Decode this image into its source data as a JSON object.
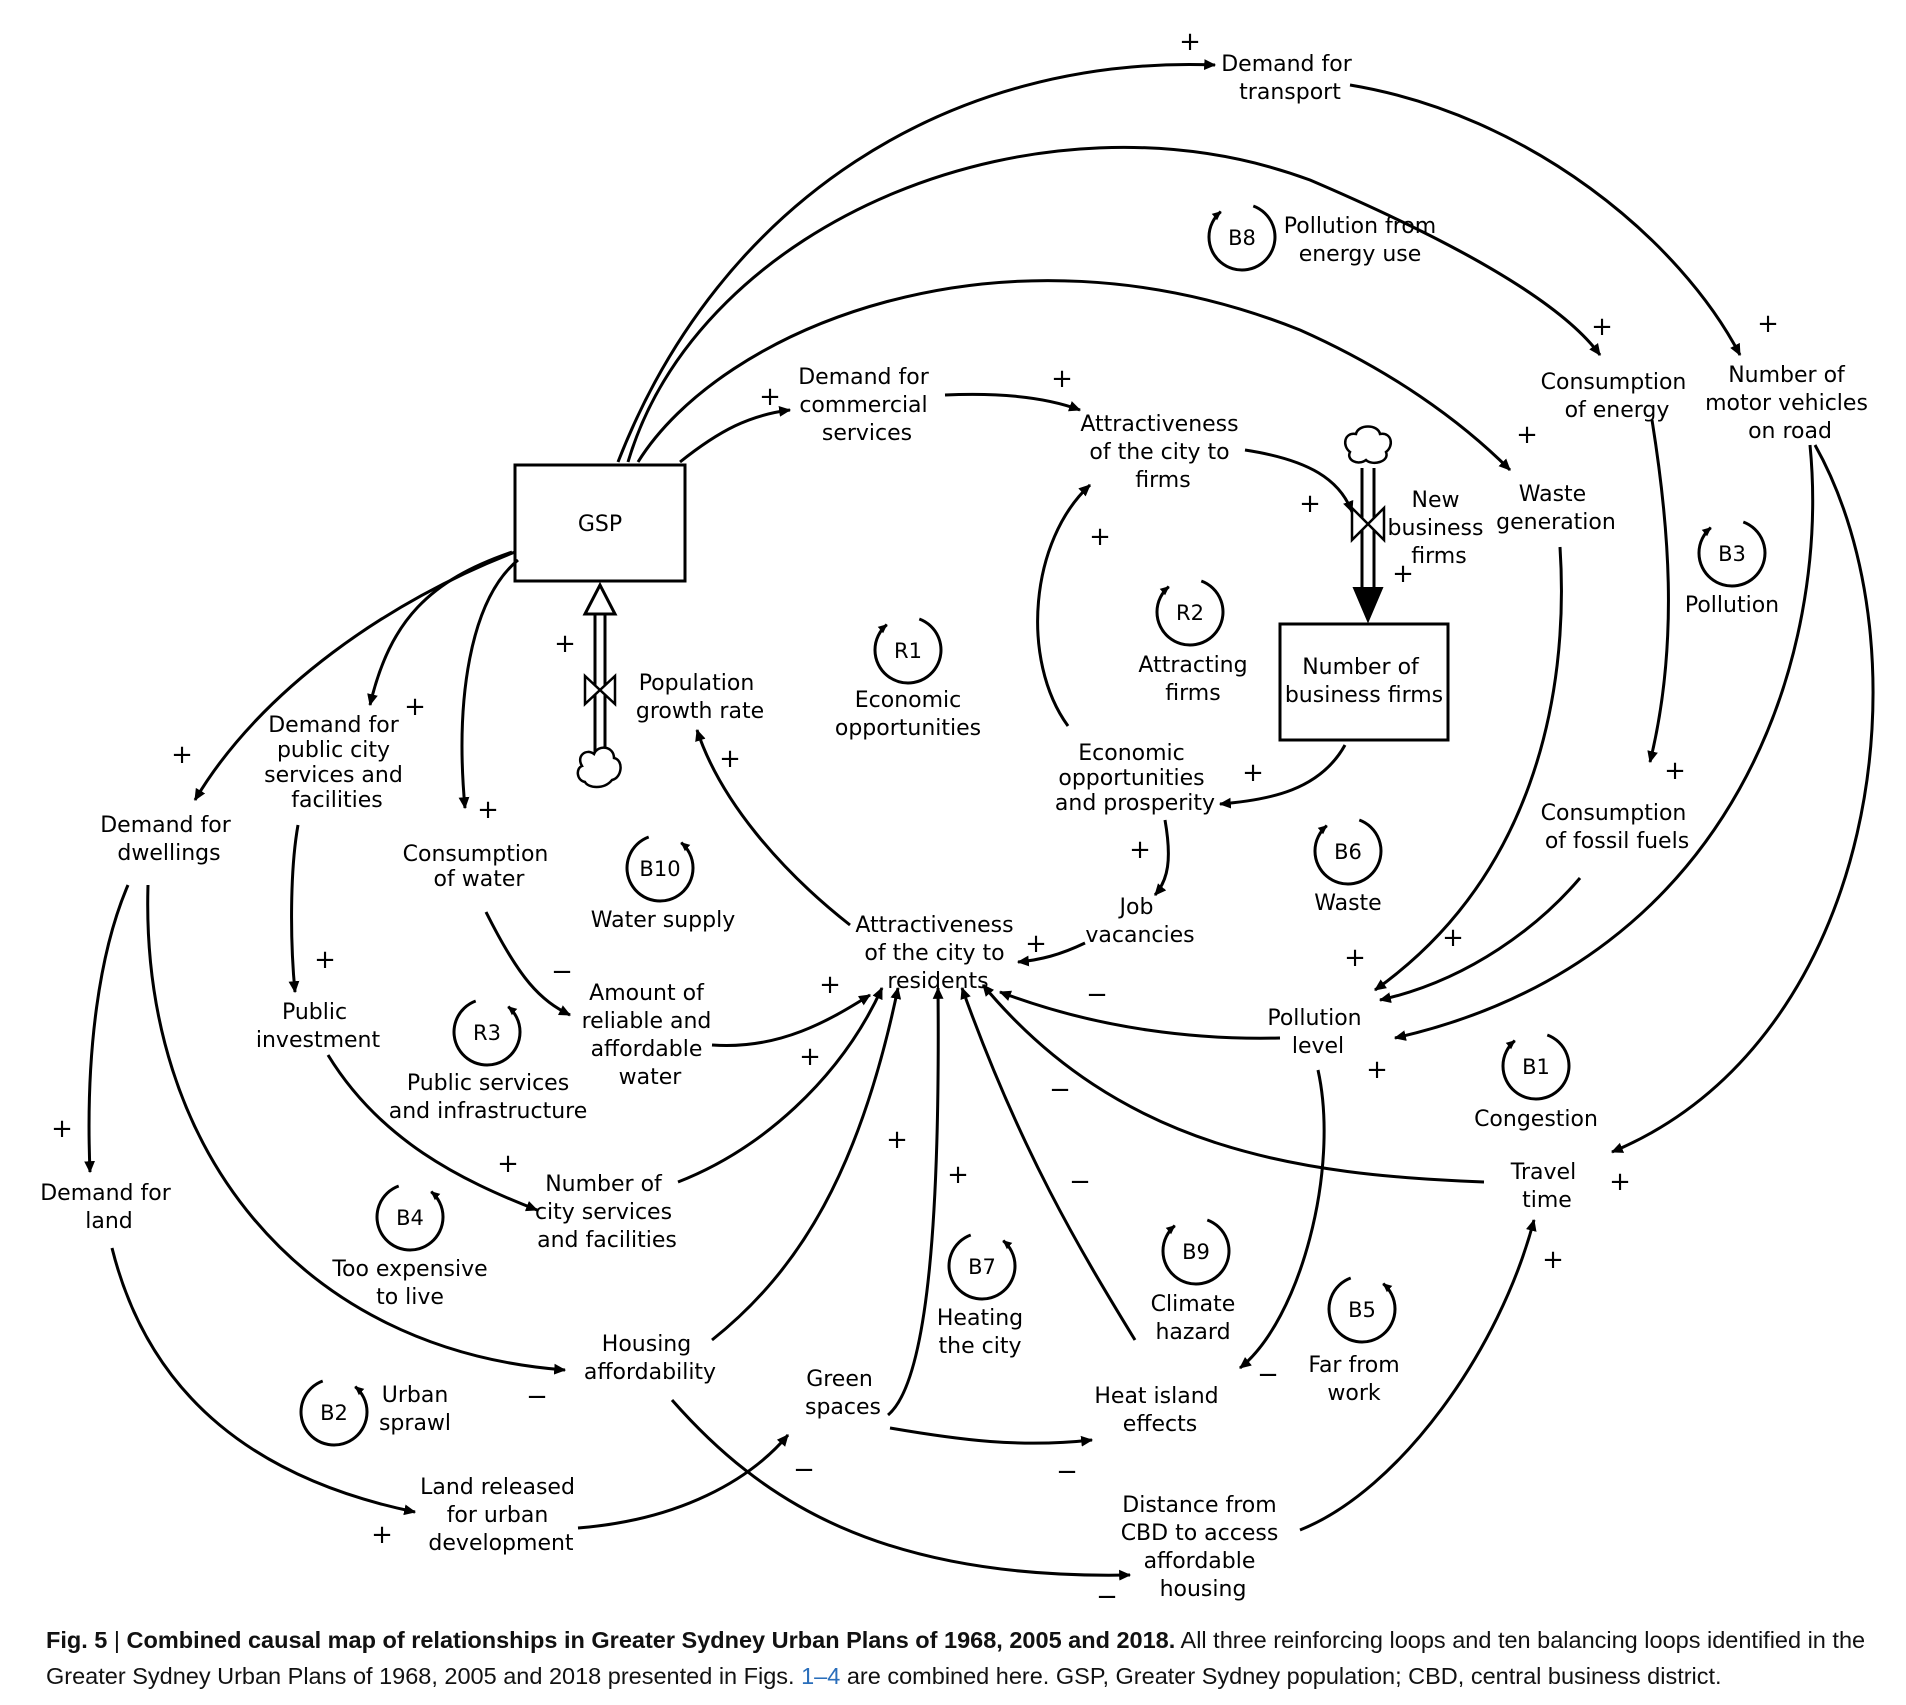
{
  "nodes": {
    "gsp": "GSP",
    "number_of_business_firms": [
      "Number of",
      "business firms"
    ],
    "demand_for_transport": [
      "Demand for",
      "transport"
    ],
    "demand_for_commercial_services": [
      "Demand for",
      "commercial",
      "services"
    ],
    "attractiveness_city_to_firms": [
      "Attractiveness",
      "of the city to",
      "firms"
    ],
    "new_business_firms": [
      "New",
      "business",
      "firms"
    ],
    "consumption_of_energy": [
      "Consumption",
      "of energy"
    ],
    "number_of_motor_vehicles": [
      "Number of",
      "motor vehicles",
      "on road"
    ],
    "waste_generation": [
      "Waste",
      "generation"
    ],
    "population_growth_rate": [
      "Population",
      "growth rate"
    ],
    "demand_for_public_city_services": [
      "Demand for",
      "public city",
      "services and",
      "facilities"
    ],
    "demand_for_dwellings": [
      "Demand for",
      "dwellings"
    ],
    "consumption_of_water": [
      "Consumption",
      "of water"
    ],
    "economic_opportunities_and_prosperity": [
      "Economic",
      "opportunities",
      "and prosperity"
    ],
    "consumption_of_fossil_fuels": [
      "Consumption",
      "of fossil fuels"
    ],
    "job_vacancies": [
      "Job",
      "vacancies"
    ],
    "attractiveness_city_to_residents": [
      "Attractiveness",
      "of the city to",
      "residents"
    ],
    "amount_of_reliable_water": [
      "Amount of",
      "reliable and",
      "affordable",
      "water"
    ],
    "public_investment": [
      "Public",
      "investment"
    ],
    "pollution_level": [
      "Pollution",
      "level"
    ],
    "number_of_city_services": [
      "Number of",
      "city services",
      "and facilities"
    ],
    "demand_for_land": [
      "Demand for",
      "land"
    ],
    "travel_time": [
      "Travel",
      "time"
    ],
    "housing_affordability": [
      "Housing",
      "affordability"
    ],
    "green_spaces": [
      "Green",
      "spaces"
    ],
    "heat_island_effects": [
      "Heat island",
      "effects"
    ],
    "land_released": [
      "Land released",
      "for urban",
      "development"
    ],
    "distance_from_cbd": [
      "Distance from",
      "CBD to access",
      "affordable",
      "housing"
    ]
  },
  "loops": [
    {
      "id": "B8",
      "label": [
        "Pollution from",
        "energy use"
      ]
    },
    {
      "id": "R1",
      "label": [
        "Economic",
        "opportunities"
      ]
    },
    {
      "id": "R2",
      "label": [
        "Attracting",
        "firms"
      ]
    },
    {
      "id": "B3",
      "label": [
        "Pollution"
      ]
    },
    {
      "id": "B10",
      "label": [
        "Water supply"
      ]
    },
    {
      "id": "B6",
      "label": [
        "Waste"
      ]
    },
    {
      "id": "R3",
      "label": [
        "Public services",
        "and infrastructure"
      ]
    },
    {
      "id": "B1",
      "label": [
        "Congestion"
      ]
    },
    {
      "id": "B4",
      "label": [
        "Too expensive",
        "to live"
      ]
    },
    {
      "id": "B7",
      "label": [
        "Heating",
        "the city"
      ]
    },
    {
      "id": "B9",
      "label": [
        "Climate",
        "hazard"
      ]
    },
    {
      "id": "B5",
      "label": [
        "Far from",
        "work"
      ]
    },
    {
      "id": "B2",
      "label": [
        "Urban",
        "sprawl"
      ]
    }
  ],
  "polarity": {
    "plus": "+",
    "minus": "−"
  },
  "caption": {
    "fig": "Fig. 5",
    "sep": " | ",
    "title": "Combined causal map of relationships in Greater Sydney Urban Plans of 1968, 2005 and 2018.",
    "text1": " All three reinforcing loops and ten balancing loops identified in the Greater Sydney Urban Plans of 1968, 2005 and 2018 presented in Figs. ",
    "ref": "1–4",
    "text2": " are combined here. GSP, Greater Sydney population; CBD, central business district."
  }
}
